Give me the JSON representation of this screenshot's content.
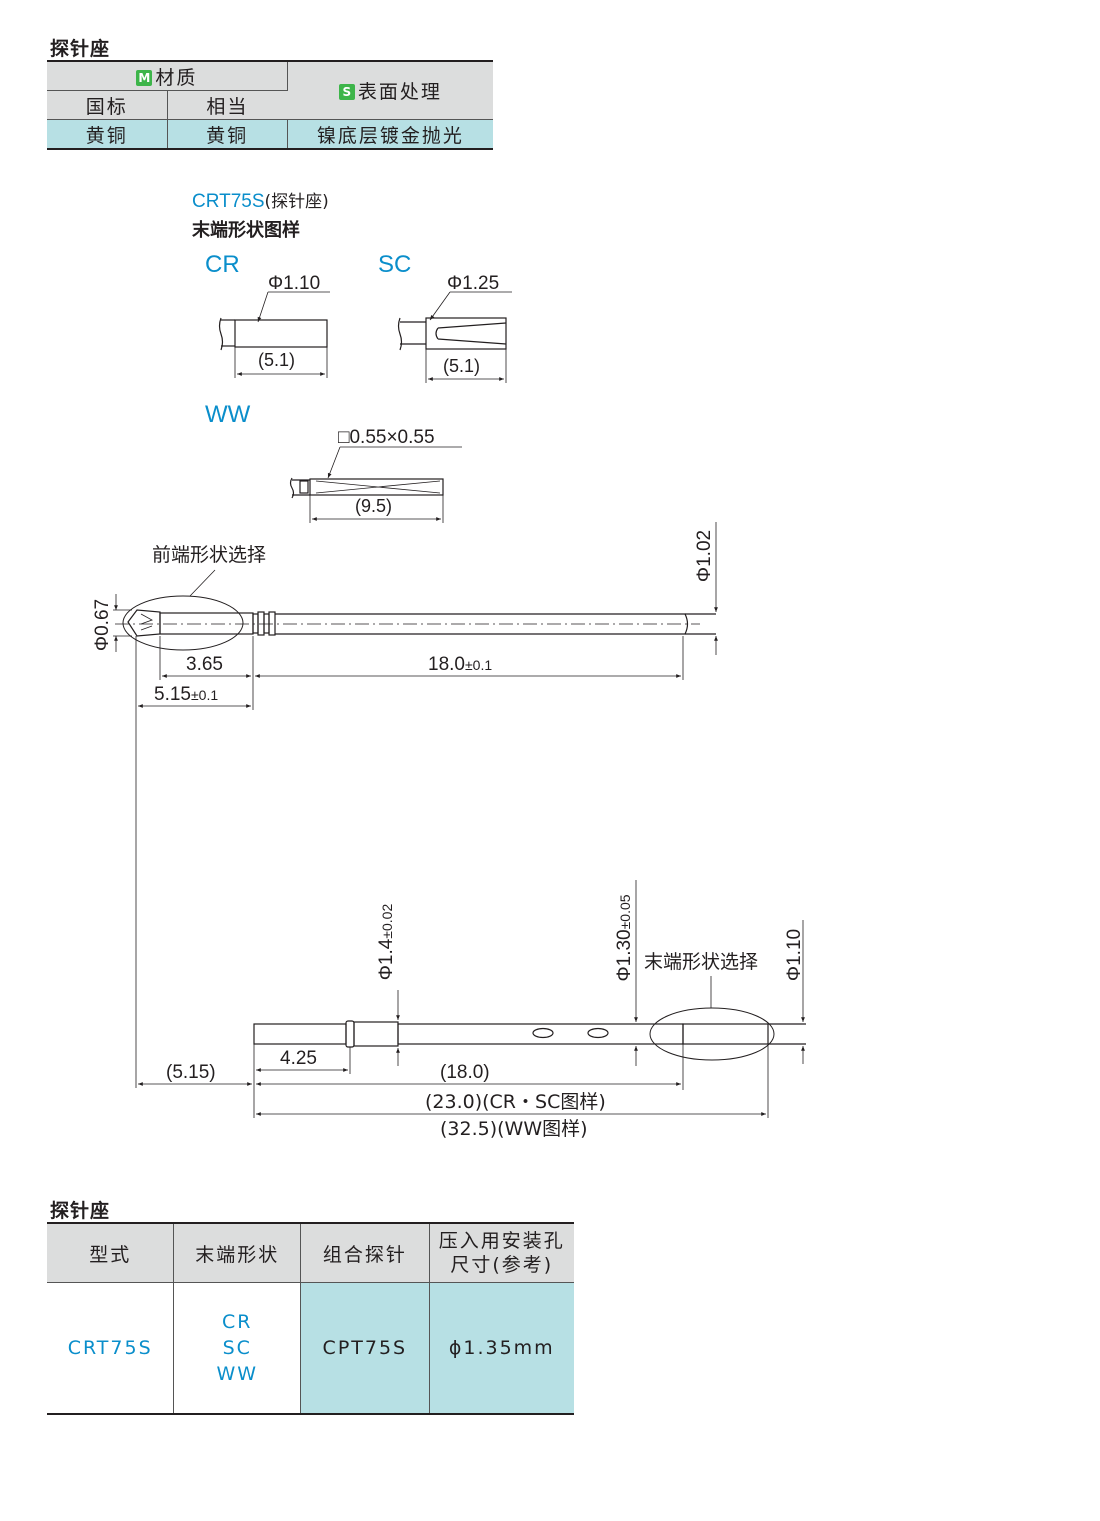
{
  "section1_title": "探针座",
  "material_table": {
    "material_badge": "M",
    "material_header": "材质",
    "col_standard": "国标",
    "col_equivalent": "相当",
    "surface_badge": "S",
    "surface_header": "表面处理",
    "standard_value": "黄铜",
    "equivalent_value": "黄铜",
    "surface_value": "镍底层镀金抛光"
  },
  "drawing": {
    "model_code": "CRT75S",
    "model_suffix": "(探针座)",
    "tail_title": "末端形状图样",
    "cr_label": "CR",
    "cr_dia": "Φ1.10",
    "cr_len": "(5.1)",
    "sc_label": "SC",
    "sc_dia": "Φ1.25",
    "sc_len": "(5.1)",
    "ww_label": "WW",
    "ww_dim": "□0.55×0.55",
    "ww_len": "(9.5)",
    "front_select": "前端形状选择",
    "dia_067": "Φ0.67",
    "dia_102": "Φ1.02",
    "dim_365": "3.65",
    "dim_180_main": "18.0",
    "dim_180_tol": "±0.1",
    "dim_515_main": "5.15",
    "dim_515_tol": "±0.1",
    "dia_14_main": "Φ1.4",
    "dia_14_tol": "±0.02",
    "dia_130_main": "Φ1.30",
    "dia_130_tol": "±0.05",
    "tail_select": "末端形状选择",
    "dia_110": "Φ1.10",
    "dim_515p": "(5.15)",
    "dim_425": "4.25",
    "dim_180p": "(18.0)",
    "dim_230": "(23.0)(CR・SC图样)",
    "dim_325": "(32.5)(WW图样)"
  },
  "section2_title": "探针座",
  "spec_table": {
    "headers": [
      "型式",
      "末端形状",
      "组合探针",
      "压入用安装孔",
      "尺寸(参考)"
    ],
    "model": "CRT75S",
    "shapes": [
      "CR",
      "SC",
      "WW"
    ],
    "probe": "CPT75S",
    "hole": "ϕ1.35mm"
  },
  "colors": {
    "accent_blue": "#0a8ecb",
    "cyan_fill": "#b7e0e4",
    "header_gray": "#dcdddd",
    "badge_green": "#3db54a"
  }
}
